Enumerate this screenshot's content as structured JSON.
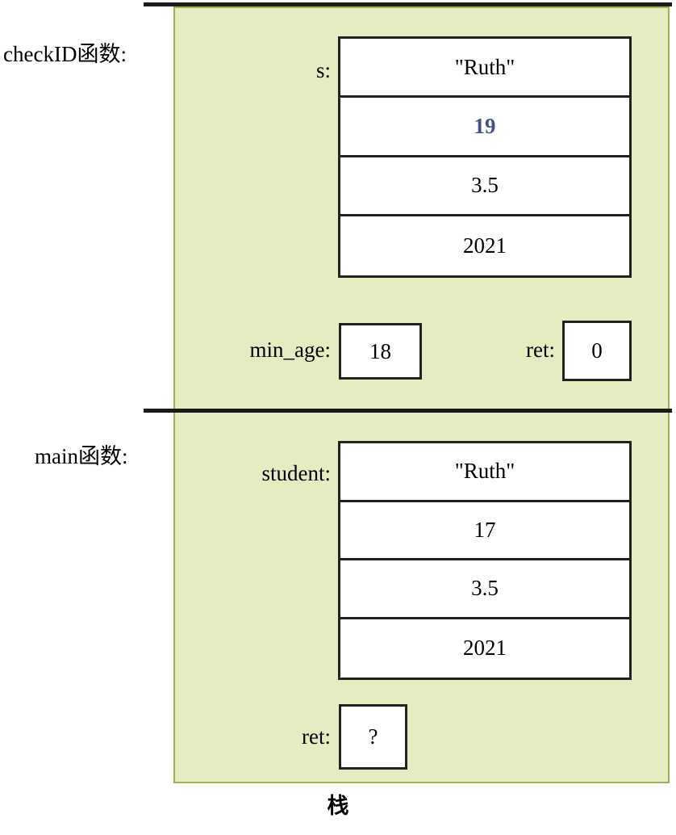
{
  "diagram": {
    "title": "栈",
    "panel_color": "#e6ecc1",
    "panel_border_color": "#9eb24a",
    "rule_color": "#1a1a1a",
    "highlight_color": "#474f8c",
    "frames": [
      {
        "caption": "checkID函数:",
        "variables": [
          {
            "name": "s:",
            "kind": "struct",
            "fields": [
              {
                "value": "\"Ruth\"",
                "highlight": false
              },
              {
                "value": "19",
                "highlight": true
              },
              {
                "value": "3.5",
                "highlight": false
              },
              {
                "value": "2021",
                "highlight": false
              }
            ]
          },
          {
            "name": "min_age:",
            "kind": "scalar",
            "value": "18"
          },
          {
            "name": "ret:",
            "kind": "scalar",
            "value": "0"
          }
        ]
      },
      {
        "caption": "main函数:",
        "variables": [
          {
            "name": "student:",
            "kind": "struct",
            "fields": [
              {
                "value": "\"Ruth\"",
                "highlight": false
              },
              {
                "value": "17",
                "highlight": false
              },
              {
                "value": "3.5",
                "highlight": false
              },
              {
                "value": "2021",
                "highlight": false
              }
            ]
          },
          {
            "name": "ret:",
            "kind": "scalar",
            "value": "?"
          }
        ]
      }
    ]
  }
}
